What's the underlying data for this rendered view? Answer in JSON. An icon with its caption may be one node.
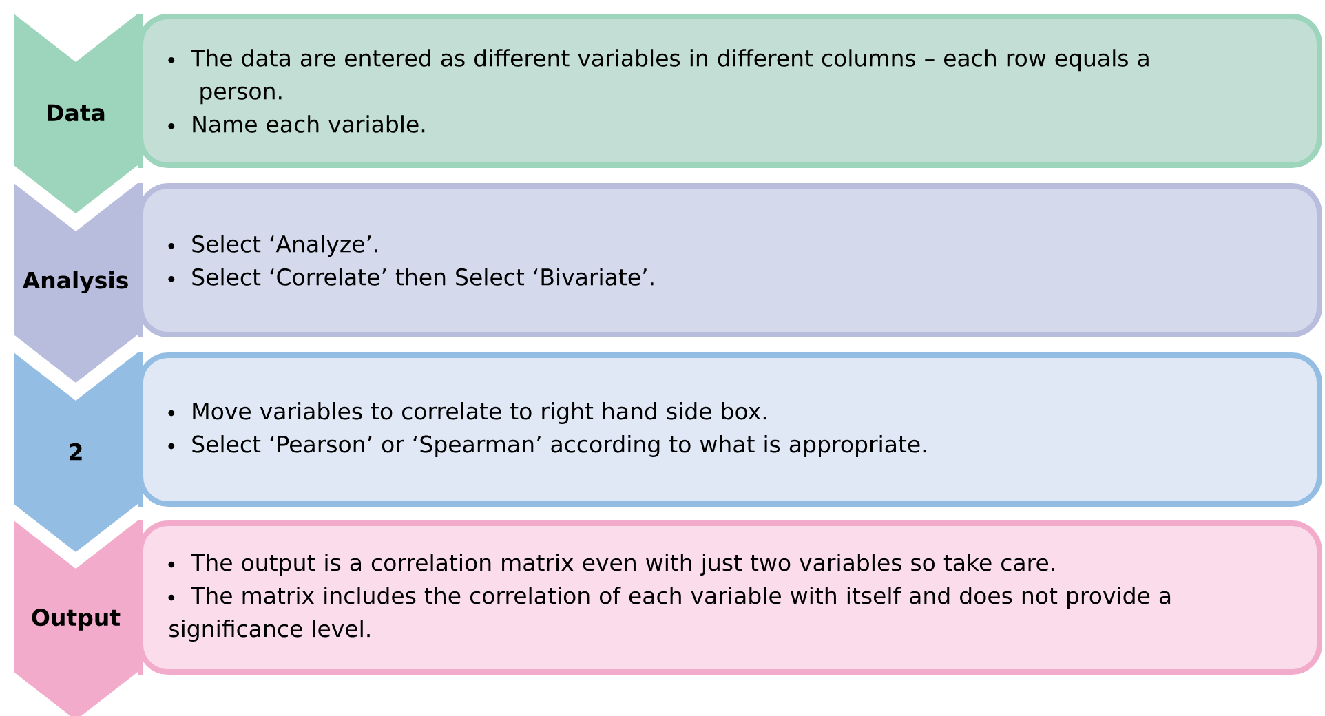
{
  "diagram": {
    "nodes": [
      {
        "text": [
          "Data"
        ]
      },
      {
        "text": [
          "The data are entered as different variables in different columns – each row equals a person.",
          "Name each variable."
        ]
      },
      {
        "text": [
          "Analysis"
        ]
      },
      {
        "text": [
          "Select ‘Analyze’.",
          "Select ‘Correlate’ then Select ‘Bivariate’."
        ]
      },
      {
        "text": [
          "2"
        ]
      },
      {
        "text": [
          "Move variables to correlate to right hand side box.",
          "Select ‘Pearson’ or ‘Spearman’ according to what is appropriate."
        ]
      },
      {
        "text": [
          "Output"
        ]
      },
      {
        "text": [
          "The output is a correlation matrix even with just two variables so take care.",
          "The matrix includes the correlation of each variable with itself and does not provide a significance level."
        ]
      }
    ]
  }
}
